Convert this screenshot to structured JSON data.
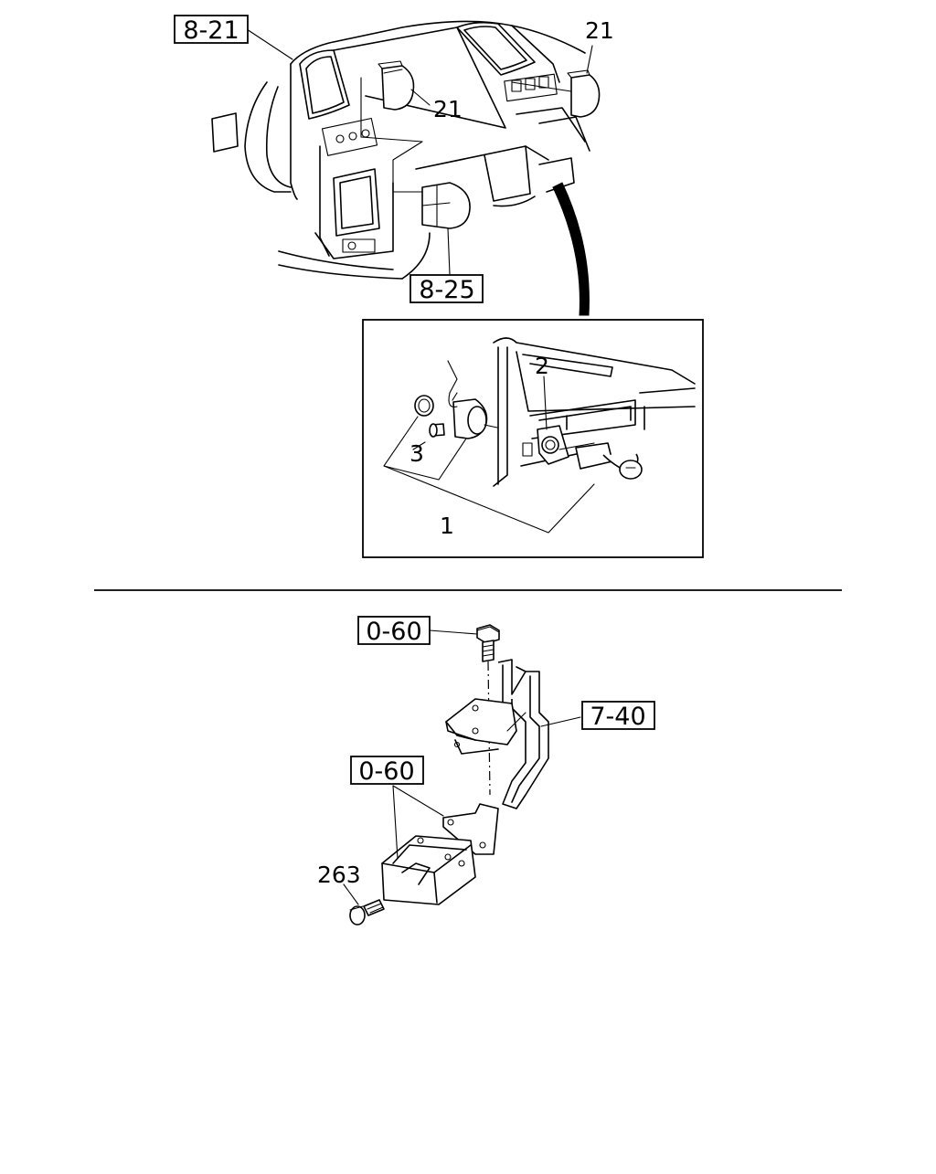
{
  "callouts": {
    "ref_8_21": "8-21",
    "ref_8_25": "8-25",
    "ref_0_60_top": "0-60",
    "ref_7_40": "7-40",
    "ref_0_60_mid": "0-60",
    "part_21_left": "21",
    "part_21_right": "21",
    "part_1": "1",
    "part_2": "2",
    "part_3": "3",
    "part_263": "263"
  }
}
